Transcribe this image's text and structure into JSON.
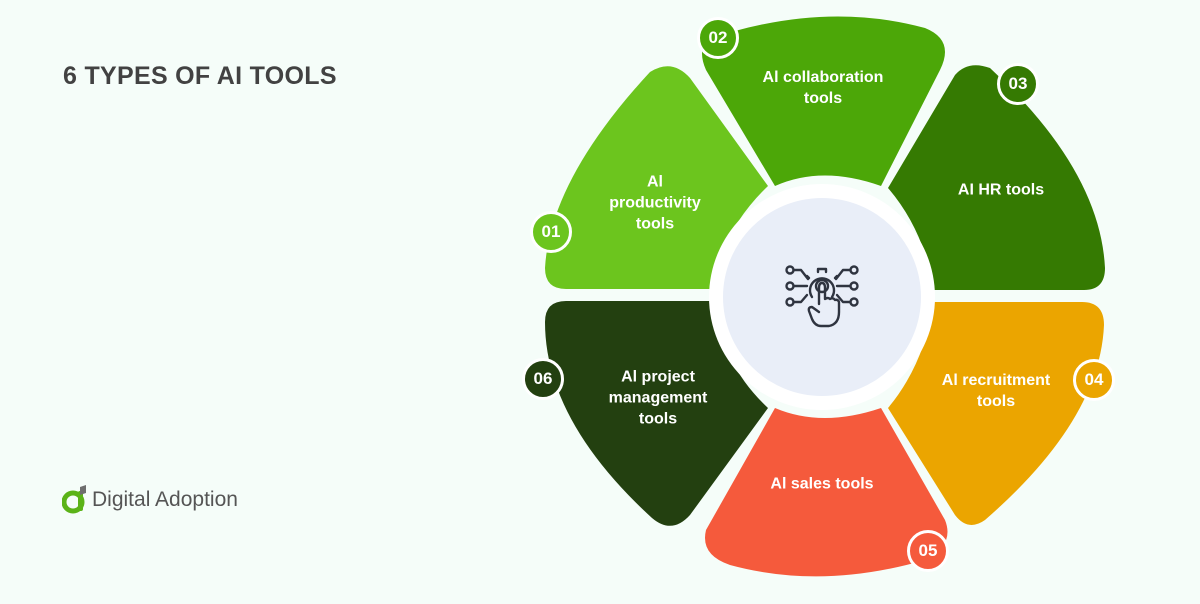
{
  "title": "6 TYPES OF AI TOOLS",
  "logo": {
    "text": "Digital Adoption",
    "mark_color": "#5BB318"
  },
  "center": {
    "icon": "ai-touch-gear-icon",
    "ring_color": "#FFFFFF",
    "fill_color": "#E9EEF8"
  },
  "segments": [
    {
      "number": "01",
      "label": "Al\nproductivity\ntools",
      "color": "#6CC51E"
    },
    {
      "number": "02",
      "label": "Al collaboration\ntools",
      "color": "#4CA708"
    },
    {
      "number": "03",
      "label": "AI HR tools",
      "color": "#357A02"
    },
    {
      "number": "04",
      "label": "Al recruitment\ntools",
      "color": "#EBA500"
    },
    {
      "number": "05",
      "label": "Al sales tools",
      "color": "#F55A3C"
    },
    {
      "number": "06",
      "label": "Al project\nmanagement\ntools",
      "color": "#234010"
    }
  ]
}
